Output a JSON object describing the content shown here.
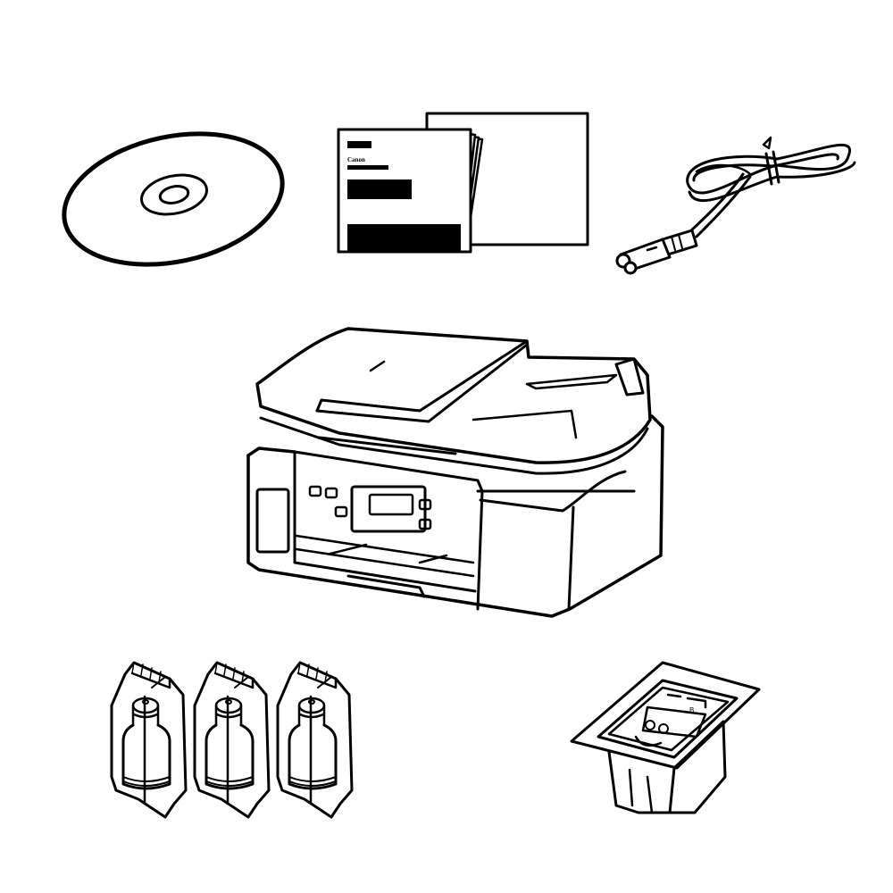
{
  "illustration": {
    "subject": "Package contents",
    "stroke_color": "#000000",
    "background_color": "#ffffff",
    "items": [
      {
        "id": "setup-cd",
        "label": "Setup CD-ROM"
      },
      {
        "id": "manuals",
        "label": "Manuals and other documents"
      },
      {
        "id": "power-cord",
        "label": "Power cord"
      },
      {
        "id": "printer",
        "label": "Printer"
      },
      {
        "id": "ink-bottles",
        "label": "Ink bottles",
        "count": 3
      },
      {
        "id": "print-head",
        "label": "Print head"
      }
    ],
    "manual_cover": {
      "brand_text": "Canon"
    },
    "print_head": {
      "cartridge_letter": "B"
    }
  }
}
